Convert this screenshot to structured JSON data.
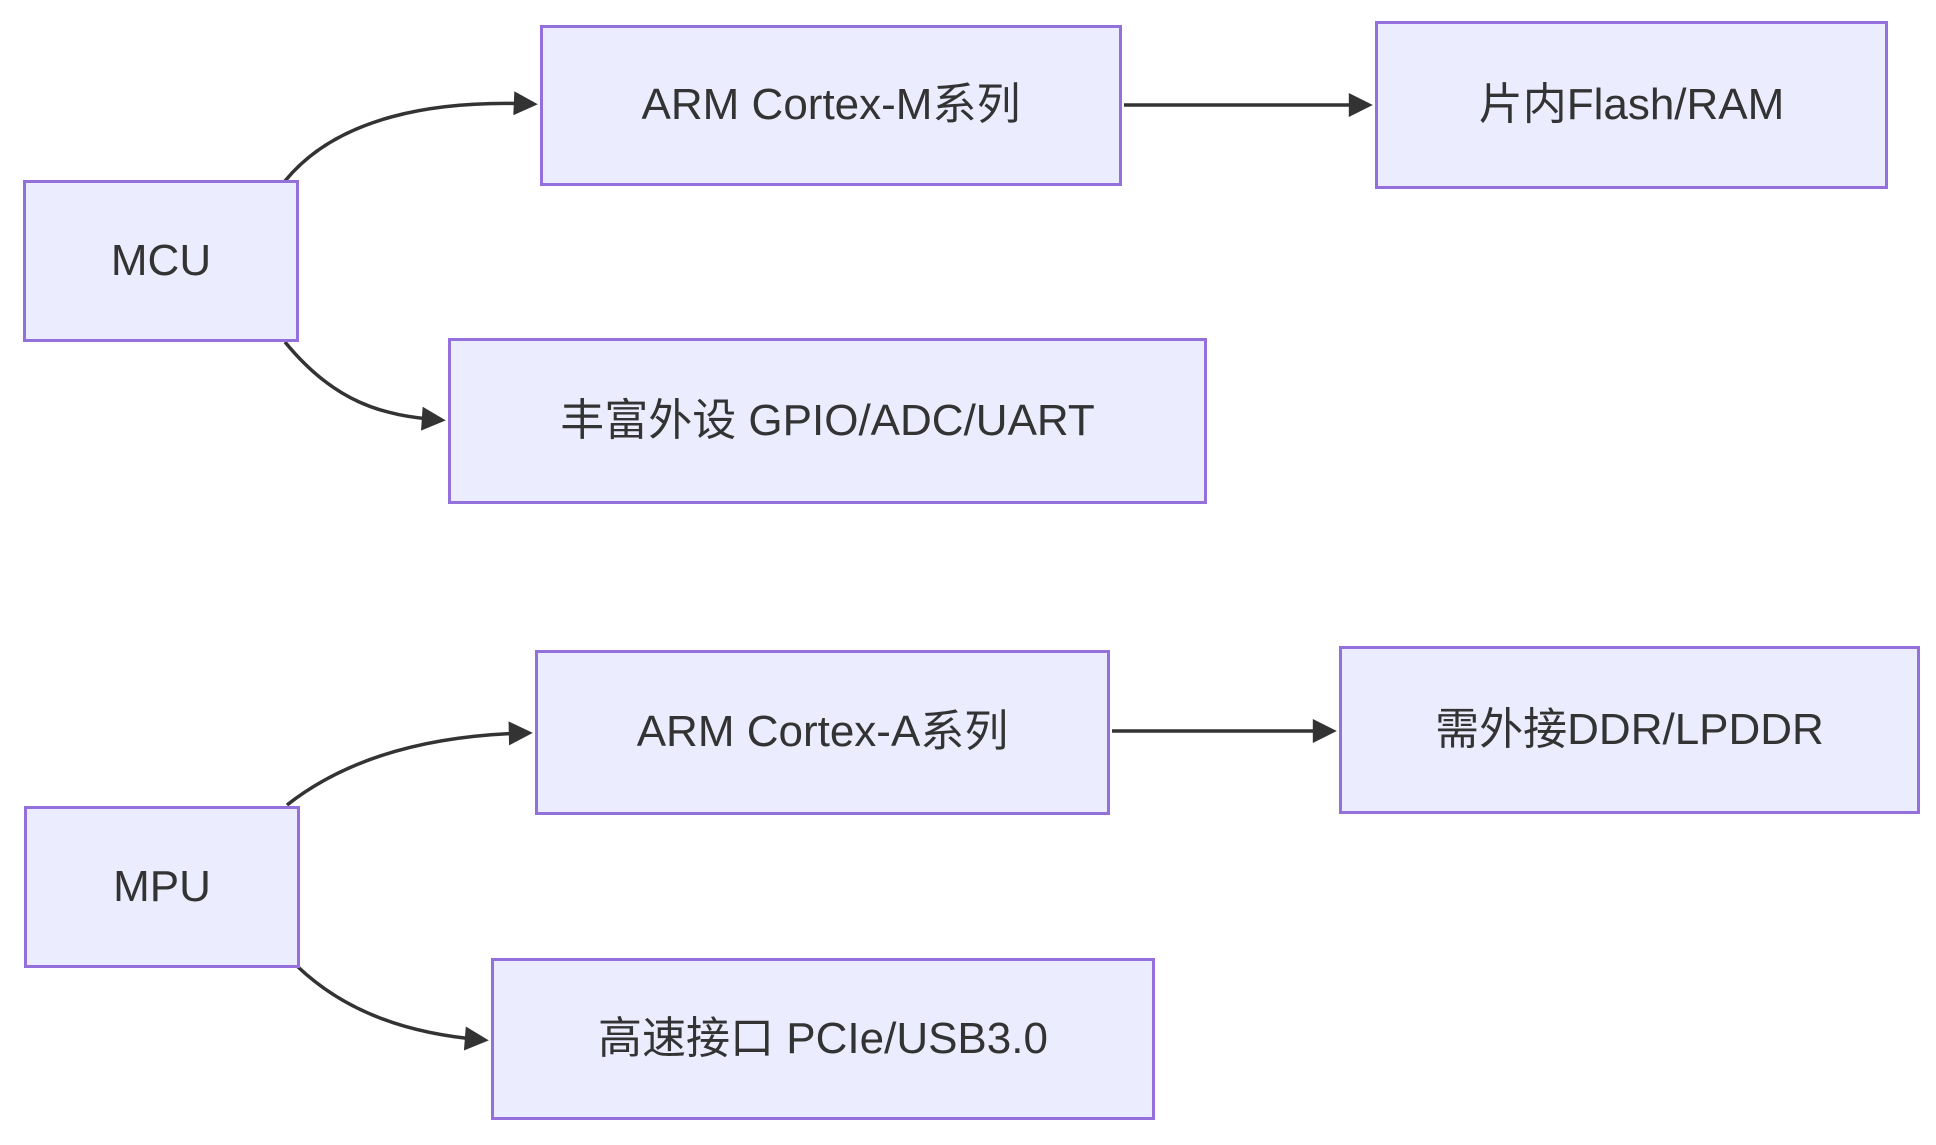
{
  "diagram": {
    "type": "flowchart-LR",
    "colors": {
      "background": "#ffffff",
      "node_fill": "#ECECFF",
      "node_border": "#9370DB",
      "text_color": "#333333",
      "edge_color": "#333333"
    },
    "nodes": {
      "mcu": {
        "label": "MCU"
      },
      "cortex_m": {
        "label": "ARM Cortex-M系列"
      },
      "flash": {
        "label": "片内Flash/RAM"
      },
      "peripherals": {
        "label": "丰富外设 GPIO/ADC/UART"
      },
      "mpu": {
        "label": "MPU"
      },
      "cortex_a": {
        "label": "ARM Cortex-A系列"
      },
      "ddr": {
        "label": "需外接DDR/LPDDR"
      },
      "highspeed": {
        "label": "高速接口 PCIe/USB3.0"
      }
    },
    "edges": [
      {
        "from": "MCU",
        "to": "ARM Cortex-M系列"
      },
      {
        "from": "ARM Cortex-M系列",
        "to": "片内Flash/RAM"
      },
      {
        "from": "MCU",
        "to": "丰富外设 GPIO/ADC/UART"
      },
      {
        "from": "MPU",
        "to": "ARM Cortex-A系列"
      },
      {
        "from": "ARM Cortex-A系列",
        "to": "需外接DDR/LPDDR"
      },
      {
        "from": "MPU",
        "to": "高速接口 PCIe/USB3.0"
      }
    ]
  }
}
